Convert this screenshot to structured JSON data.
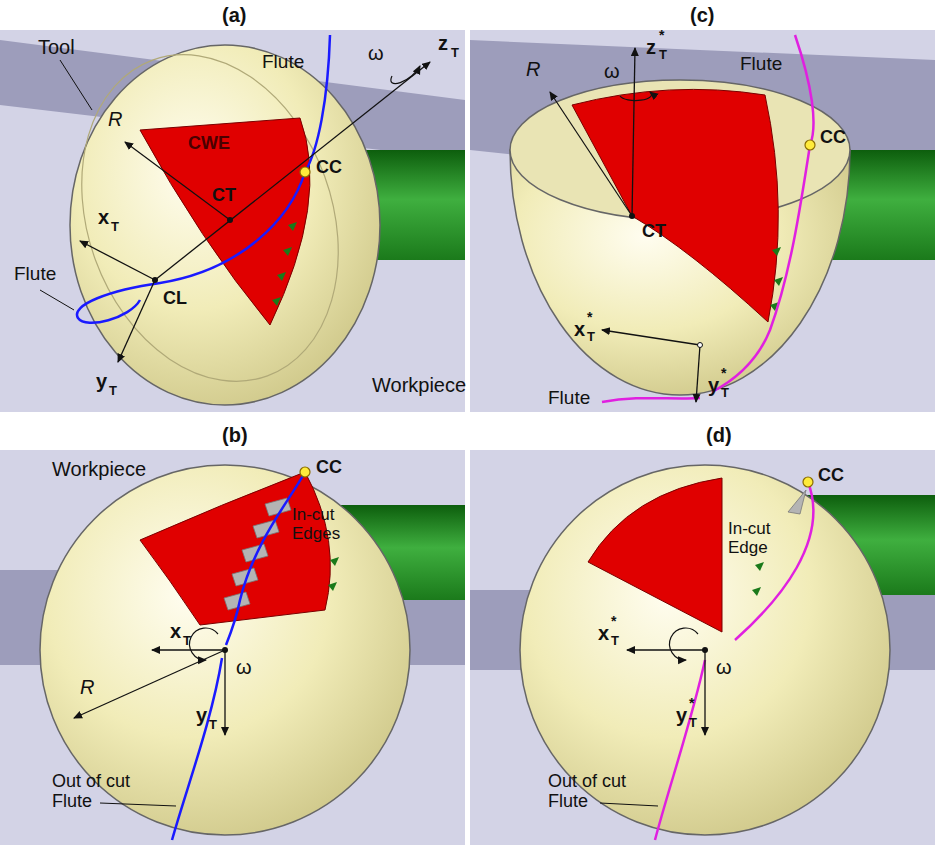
{
  "diagram": {
    "labels": [
      "(a)",
      "Tool",
      "Flute",
      "ω",
      "z",
      "T",
      "CWE",
      "CT",
      "CC",
      "R",
      "x",
      "T",
      "CL",
      "Flute",
      "y",
      "T",
      "Workpiece",
      "(c)",
      "R",
      "ω",
      "z",
      "*",
      "T",
      "Flute",
      "CC",
      "CT",
      "x",
      "*",
      "T",
      "Flute",
      "y",
      "*",
      "T",
      "(b)",
      "Workpiece",
      "CC",
      "In-cut Edges",
      "x",
      "T",
      "R",
      "ω",
      "y",
      "T",
      "Out of cut Flute",
      "(d)",
      "CC",
      "In-cut Edge",
      "x",
      "*",
      "T",
      "ω",
      "y",
      "*",
      "T",
      "Out of cut Flute"
    ]
  }
}
